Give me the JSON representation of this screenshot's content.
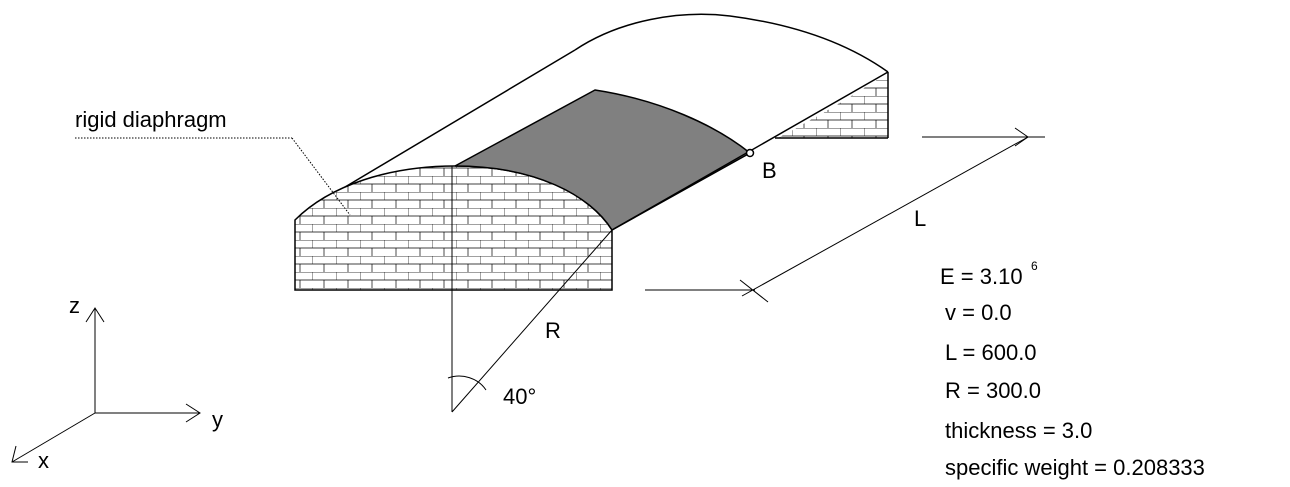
{
  "labels": {
    "rigid_diaphragm": "rigid diaphragm",
    "point_b": "B",
    "length": "L",
    "radius": "R",
    "angle": "40°"
  },
  "axes": {
    "z": "z",
    "y": "y",
    "x": "x"
  },
  "parameters": {
    "E_base": "E = 3.10",
    "E_exp": "6",
    "nu": "v = 0.0",
    "L": "L = 600.0",
    "R": "R = 300.0",
    "thickness": "thickness = 3.0",
    "specific_weight": "specific weight = 0.208333"
  },
  "colors": {
    "shaded_patch": "#808080",
    "line": "#000000",
    "background": "#ffffff"
  }
}
